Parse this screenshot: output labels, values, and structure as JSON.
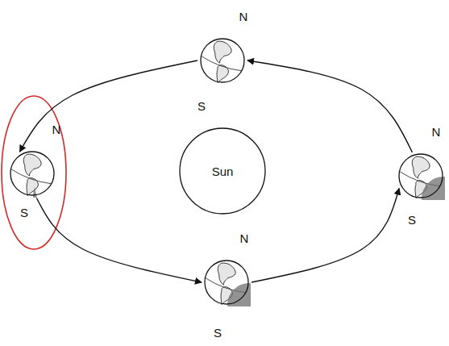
{
  "diagram": {
    "nodes": [
      {
        "text": [
          "N",
          "S"
        ]
      },
      {
        "text": [
          "N",
          "S"
        ]
      },
      {
        "text": [
          "Sun"
        ]
      },
      {
        "text": [
          "N",
          "S"
        ]
      },
      {
        "text": [
          "N",
          "S"
        ]
      }
    ],
    "edges": [
      {
        "from": 0,
        "to": 1,
        "arrow": "to"
      },
      {
        "from": 1,
        "to": 4,
        "arrow": "to"
      },
      {
        "from": 4,
        "to": 3,
        "arrow": "to"
      },
      {
        "from": 3,
        "to": 0,
        "arrow": "to"
      }
    ]
  }
}
